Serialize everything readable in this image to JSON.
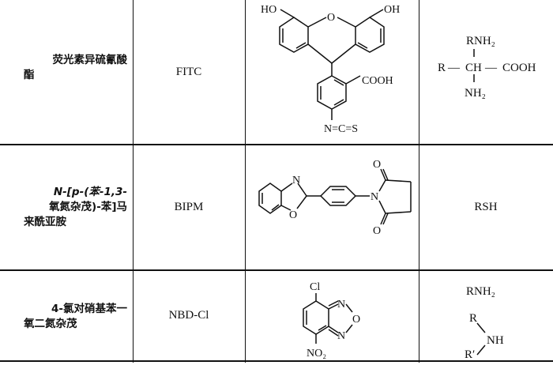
{
  "rows": [
    {
      "name_line1": "荧光素异硫氰酸",
      "name_line2": "酯",
      "abbr": "FITC",
      "structure": {
        "ho_left": "HO",
        "o_bridge": "O",
        "oh_right": "OH",
        "cooh": "COOH",
        "isothiocyanate": "N=C=S"
      },
      "group": {
        "top": "RNH₂",
        "r": "R",
        "ch": "CH",
        "cooh": "COOH",
        "nh2": "NH₂"
      }
    },
    {
      "name_line1": "N-[p-(苯-1,3-",
      "name_line2": "氧氮杂茂)-苯]马",
      "name_line3": "来酰亚胺",
      "abbr": "BIPM",
      "structure": {
        "n": "N",
        "o": "O",
        "n_imide": "N",
        "o_top": "O",
        "o_bottom": "O"
      },
      "group": {
        "text": "RSH"
      }
    },
    {
      "name_line1": "4-氯对硝基苯一",
      "name_line2": "氧二氮杂茂",
      "abbr": "NBD-Cl",
      "structure": {
        "cl": "Cl",
        "n_top": "N",
        "o": "O",
        "n_bottom": "N",
        "no2": "NO₂"
      },
      "group": {
        "top": "RNH₂",
        "r": "R",
        "nh": "NH",
        "r_prime": "R′"
      }
    }
  ]
}
